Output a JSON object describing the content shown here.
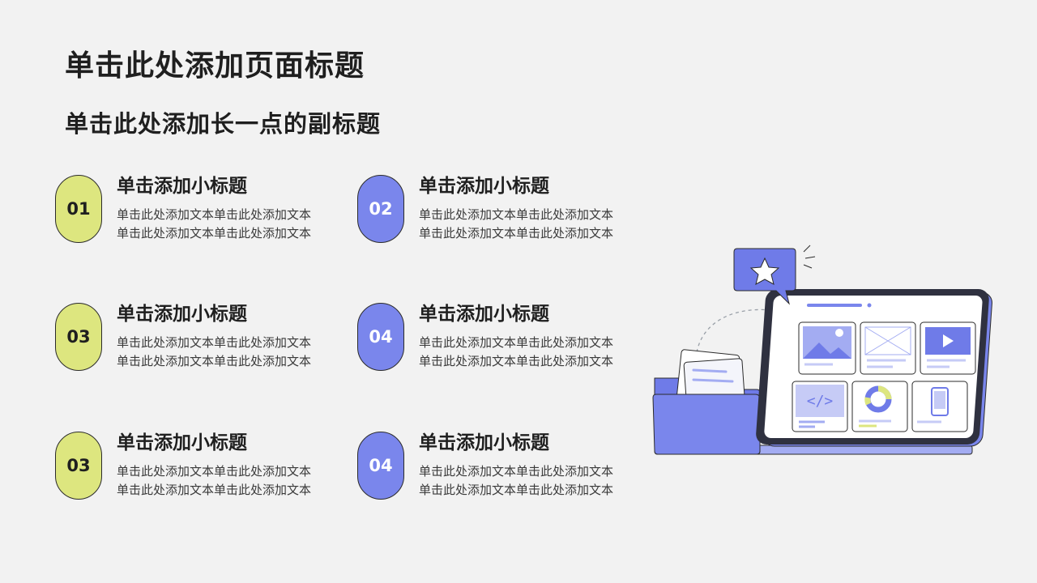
{
  "slide": {
    "title": "单击此处添加页面标题",
    "subtitle": "单击此处添加长一点的副标题"
  },
  "colors": {
    "background": "#f2f2f2",
    "badge_green": "#dde67f",
    "badge_blue": "#7a86ec",
    "text": "#1f1f1f"
  },
  "items": [
    {
      "number": "01",
      "title": "单击添加小标题",
      "body": "单击此处添加文本单击此处添加文本单击此处添加文本单击此处添加文本",
      "color": "green"
    },
    {
      "number": "02",
      "title": "单击添加小标题",
      "body": "单击此处添加文本单击此处添加文本单击此处添加文本单击此处添加文本",
      "color": "blue"
    },
    {
      "number": "03",
      "title": "单击添加小标题",
      "body": "单击此处添加文本单击此处添加文本单击此处添加文本单击此处添加文本",
      "color": "green"
    },
    {
      "number": "04",
      "title": "单击添加小标题",
      "body": "单击此处添加文本单击此处添加文本单击此处添加文本单击此处添加文本",
      "color": "blue"
    },
    {
      "number": "03",
      "title": "单击添加小标题",
      "body": "单击此处添加文本单击此处添加文本单击此处添加文本单击此处添加文本",
      "color": "green"
    },
    {
      "number": "04",
      "title": "单击添加小标题",
      "body": "单击此处添加文本单击此处添加文本单击此处添加文本单击此处添加文本",
      "color": "blue"
    }
  ],
  "illustration": {
    "icons": [
      "folder-icon",
      "star-chat-bubble-icon",
      "tablet-icon",
      "image-icon",
      "video-play-icon",
      "code-icon",
      "donut-chart-icon",
      "phone-icon"
    ]
  }
}
